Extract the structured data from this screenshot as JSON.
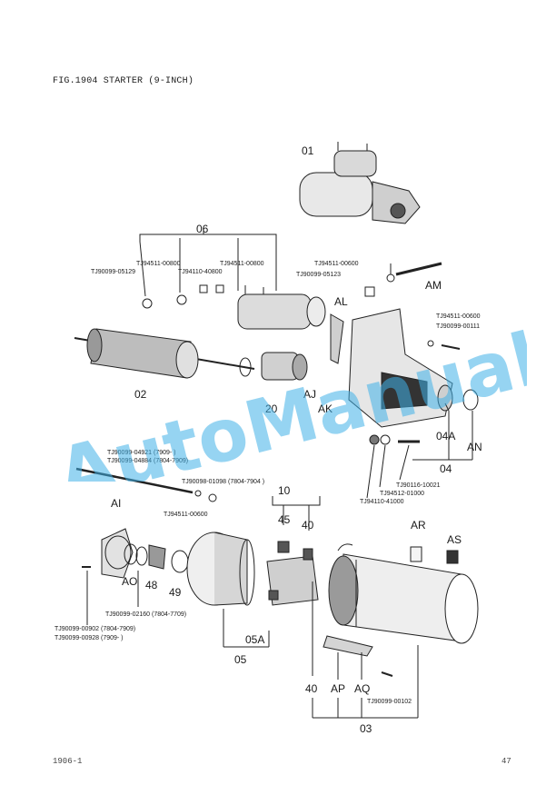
{
  "header": {
    "title": "FIG.1904  STARTER (9-INCH)"
  },
  "footer": {
    "left": "1906-1",
    "right": "47"
  },
  "watermark": {
    "text": "AutoManual",
    "color": "#3fb0e8"
  },
  "callouts": {
    "c01": "01",
    "c06": "06",
    "cAM": "AM",
    "cAL": "AL",
    "c02": "02",
    "c20": "20",
    "cAJ": "AJ",
    "cAK": "AK",
    "c04A": "04A",
    "cAN": "AN",
    "c04": "04",
    "cAI": "AI",
    "cAO": "AO",
    "c48": "48",
    "c49": "49",
    "c10": "10",
    "c45": "45",
    "c40a": "40",
    "cAR": "AR",
    "cAS": "AS",
    "c05A": "05A",
    "c05": "05",
    "c40b": "40",
    "cAP": "AP",
    "cAQ": "AQ",
    "c03": "03"
  },
  "part_numbers": {
    "p1": "TJ94511-00800",
    "p2": "TJ94511-00800",
    "p3": "TJ90099-05129",
    "p4": "TJ94110-40800",
    "p5": "TJ94511-00600",
    "p6": "TJ90099-05123",
    "p7": "TJ94511-00600",
    "p8": "TJ90099-00111",
    "p9": "TJ90099-04921 (7909-    )",
    "p10": "TJ90099-04884 (7804-7909)",
    "p11": "TJ90098-01098 (7804-7904 )",
    "p12": "TJ94511-00600",
    "p13": "TJ90116-10021",
    "p14": "TJ94512-01000",
    "p15": "TJ94110-41000",
    "p16": "TJ90099-02160 (7804-7709)",
    "p17": "TJ90099-00902 (7804-7909)",
    "p18": "TJ90099-00928 (7909-    )",
    "p19": "TJ90099-00102"
  }
}
